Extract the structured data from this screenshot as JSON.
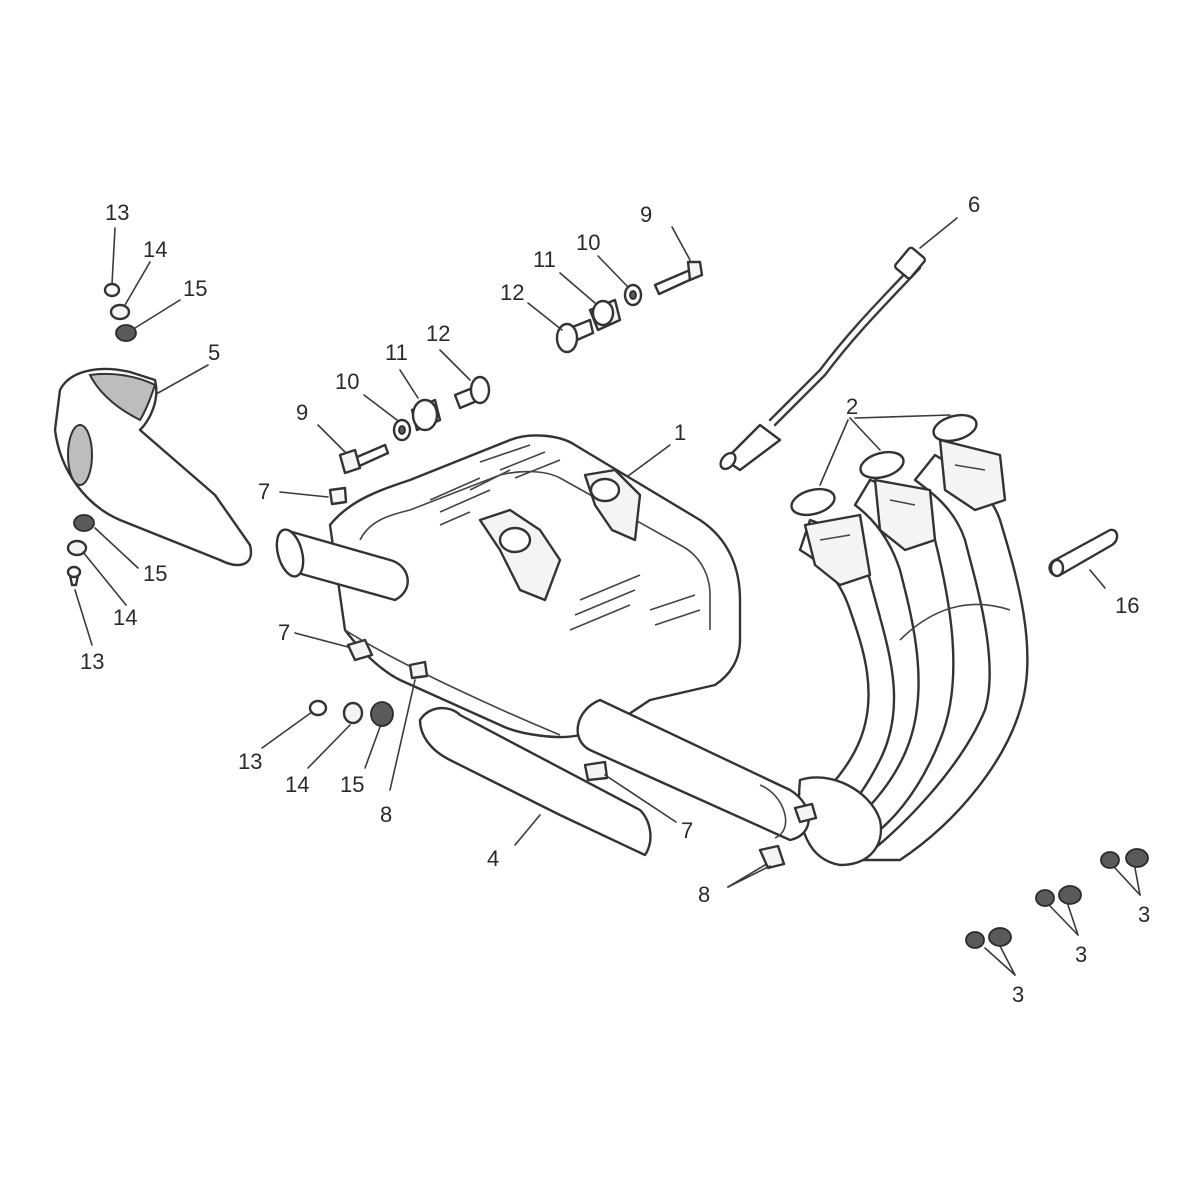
{
  "diagram": {
    "parts": {
      "muffler": "1",
      "gaskets": "2",
      "header_nuts": "3",
      "heat_shield_lower": "4",
      "end_cap_shield": "5",
      "lambda_sensor": "6",
      "clip": "7",
      "clamp": "8",
      "bolt": "9",
      "washer": "10",
      "bush": "11",
      "spacer": "12",
      "screw": "13",
      "small_washer": "14",
      "grommet": "15",
      "pin": "16"
    }
  }
}
